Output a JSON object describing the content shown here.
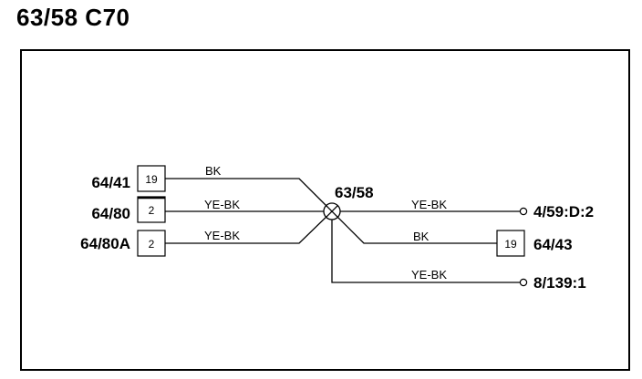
{
  "title": "63/58 C70",
  "splice": {
    "label": "63/58"
  },
  "left_connectors": [
    {
      "name": "64/41",
      "pin": "19",
      "wire_color": "BK"
    },
    {
      "name": "64/80",
      "pin": "2",
      "wire_color": "YE-BK"
    },
    {
      "name": "64/80A",
      "pin": "2",
      "wire_color": "YE-BK"
    }
  ],
  "right_connections": [
    {
      "name": "4/59:D:2",
      "wire_color": "YE-BK"
    },
    {
      "name": "64/43",
      "pin": "19",
      "wire_color": "BK"
    },
    {
      "name": "8/139:1",
      "wire_color": "YE-BK"
    }
  ],
  "colors": {
    "line": "#000000",
    "background": "#ffffff"
  }
}
